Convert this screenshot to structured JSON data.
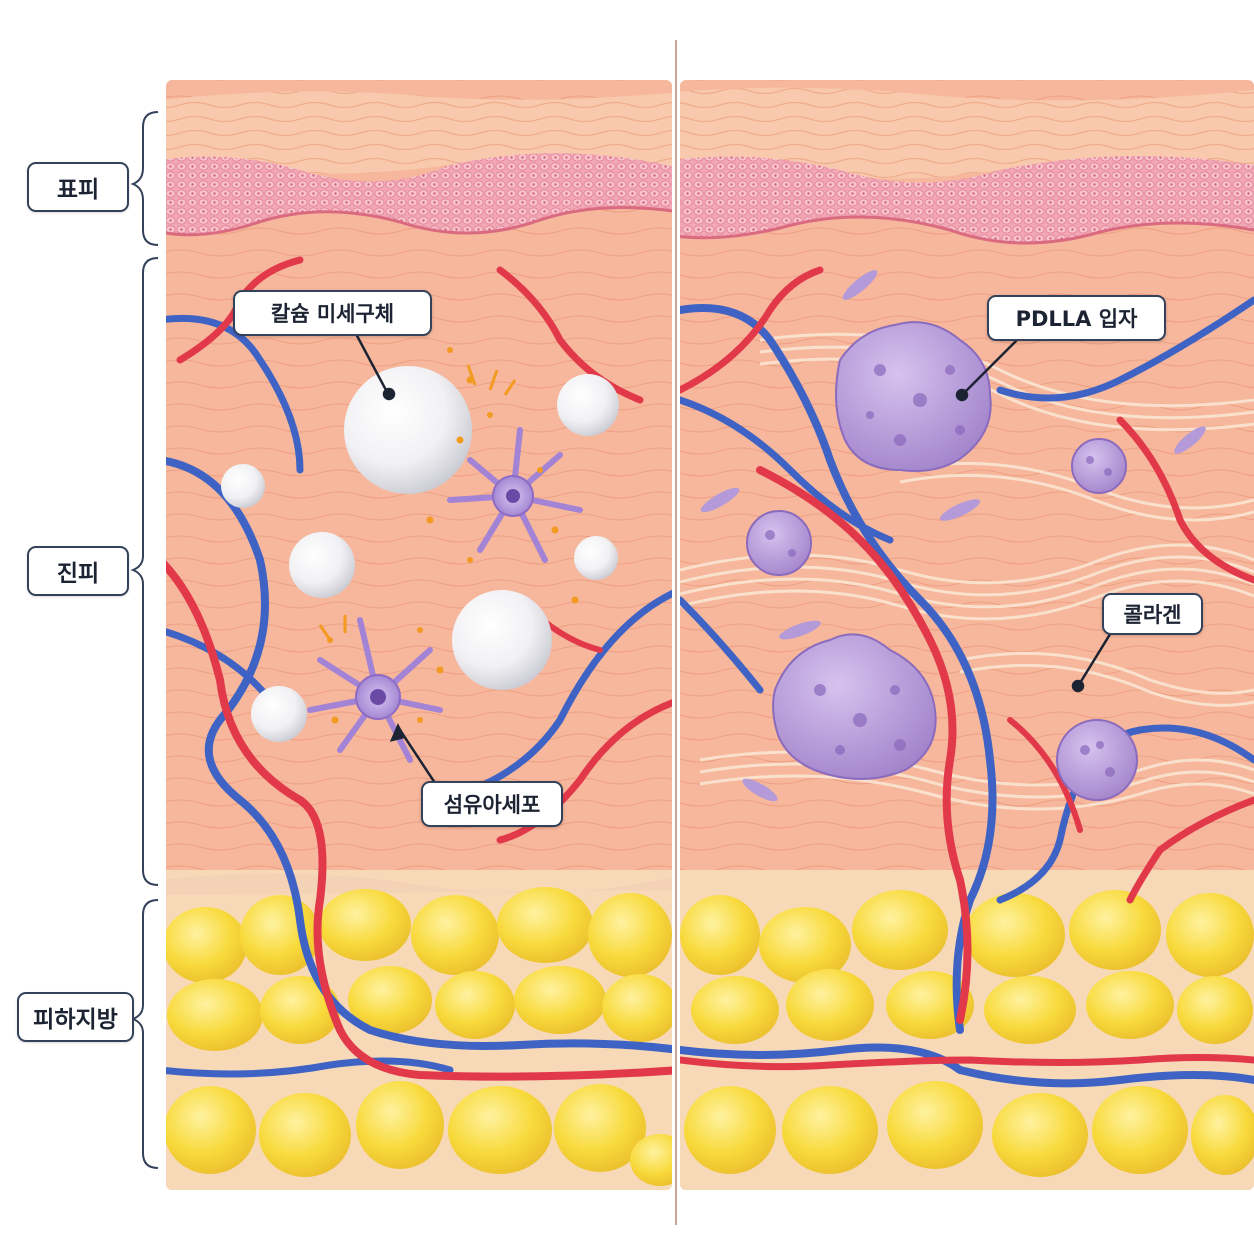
{
  "layers": {
    "epidermis": "표피",
    "dermis": "진피",
    "subcutaneous_fat": "피하지방"
  },
  "callouts": {
    "calcium_microspheres": "칼슘 미세구체",
    "fibroblast": "섬유아세포",
    "pdlla_particle": "PDLLA 입자",
    "collagen": "콜라겐"
  },
  "colors": {
    "bracket": "#34415a",
    "artery": "#e2394a",
    "vein": "#3f63c4",
    "fat": "#f6d63a",
    "particle": "#b79ad8",
    "dermis": "#f5b49a",
    "epidermis_cells": "#ef8fa2"
  }
}
